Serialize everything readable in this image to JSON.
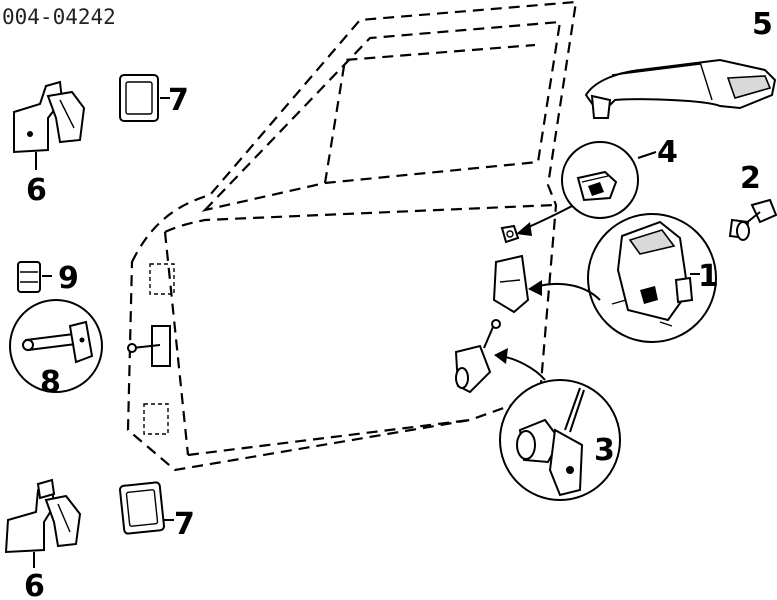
{
  "diagram": {
    "part_code": "004-04242",
    "callouts": [
      {
        "id": "c1",
        "label": "1"
      },
      {
        "id": "c2",
        "label": "2"
      },
      {
        "id": "c3",
        "label": "3"
      },
      {
        "id": "c4",
        "label": "4"
      },
      {
        "id": "c5",
        "label": "5"
      },
      {
        "id": "c6a",
        "label": "6"
      },
      {
        "id": "c6b",
        "label": "6"
      },
      {
        "id": "c7a",
        "label": "7"
      },
      {
        "id": "c7b",
        "label": "7"
      },
      {
        "id": "c8",
        "label": "8"
      },
      {
        "id": "c9",
        "label": "9"
      }
    ]
  }
}
